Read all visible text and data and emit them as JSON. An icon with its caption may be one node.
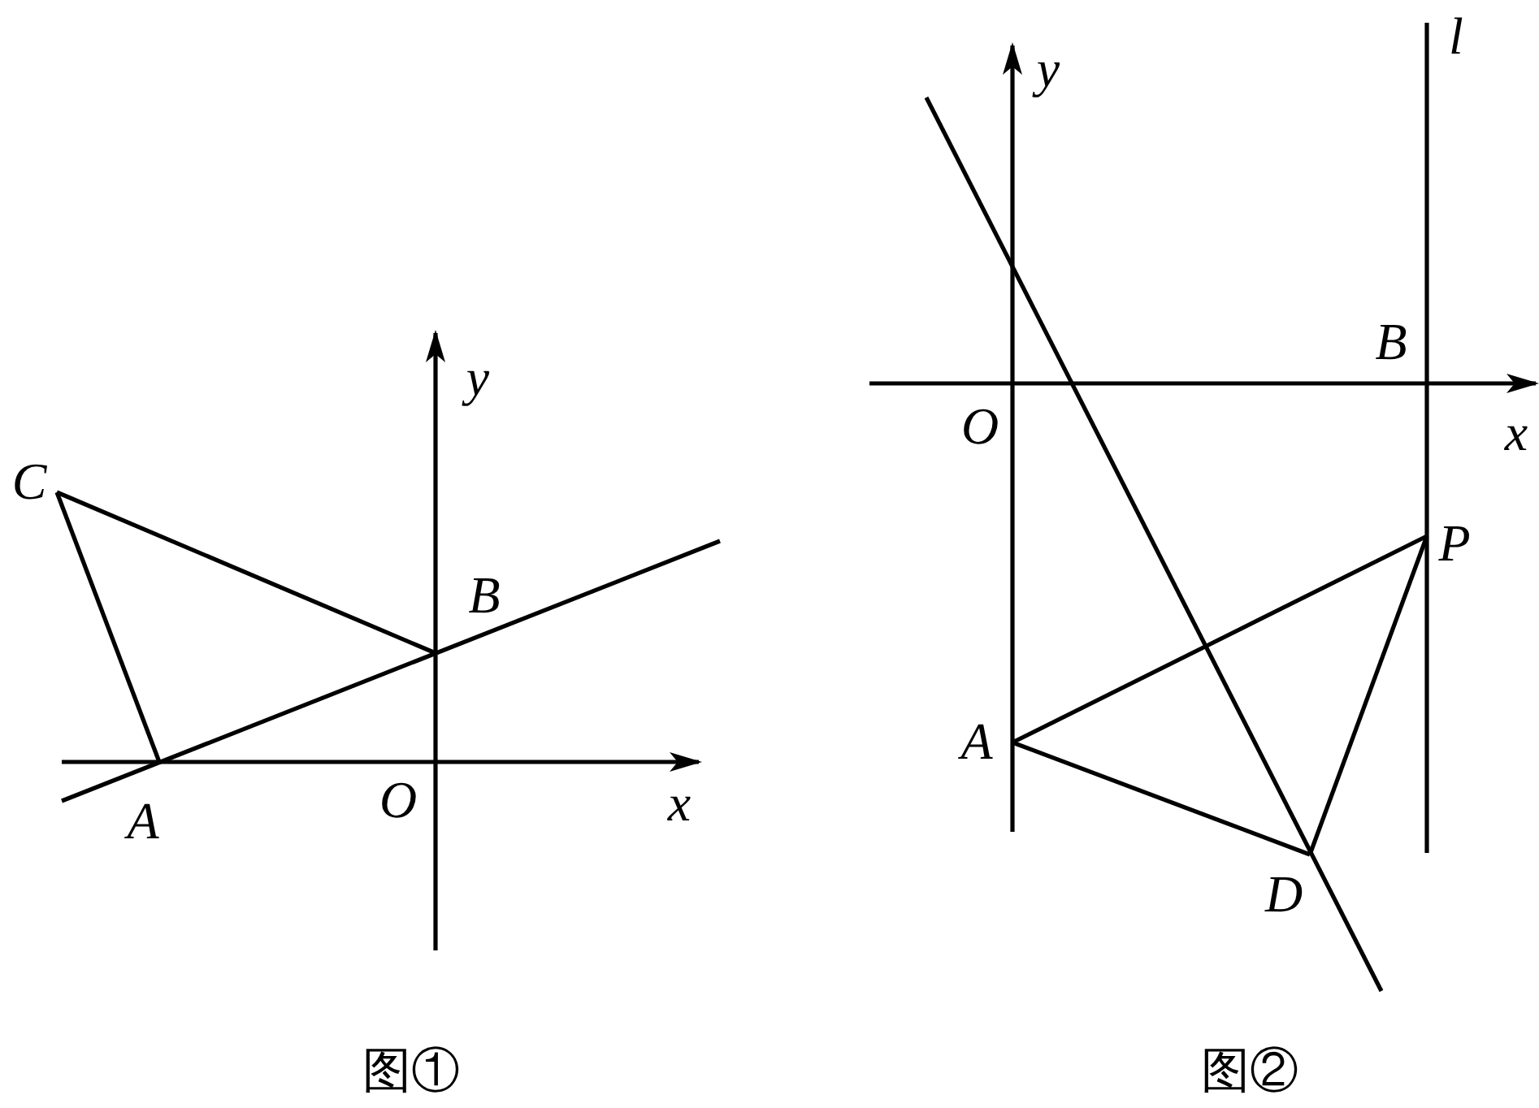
{
  "diagram": {
    "labels": [
      "C",
      "y",
      "B",
      "A",
      "O",
      "x",
      "图①",
      "l",
      "y",
      "B",
      "O",
      "x",
      "P",
      "A",
      "D",
      "图②"
    ]
  }
}
